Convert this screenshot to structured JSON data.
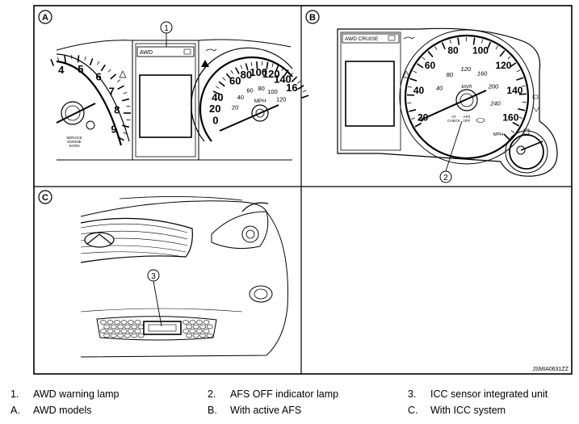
{
  "panels": {
    "a": {
      "letter": "A",
      "callout": "1",
      "lamp_text": "AWD",
      "tach_numbers": [
        "4",
        "5",
        "6",
        "7",
        "8",
        "9"
      ],
      "speed_outer": [
        "60",
        "80",
        "100",
        "120",
        "140",
        "16"
      ],
      "speed_inner": [
        "20",
        "40",
        "60",
        "80",
        "100",
        "120"
      ],
      "speed_left": [
        "40",
        "20",
        "0"
      ],
      "speed_unit": "MPH",
      "tach_sub": "SERVICE\nENGINE\nSOON"
    },
    "b": {
      "letter": "B",
      "callout": "2",
      "lamp_text": "AWD  CRUISE",
      "speed_outer": [
        "20",
        "40",
        "60",
        "80",
        "100",
        "120",
        "140",
        "160"
      ],
      "speed_inner": [
        "40",
        "80",
        "120",
        "160",
        "200",
        "240"
      ],
      "inner_unit": "km/h",
      "speed_unit": "MPH",
      "small_labels": [
        "AT\nCHECK",
        "AFS\nOFF"
      ]
    },
    "c": {
      "letter": "C",
      "callout": "3"
    }
  },
  "image_code": "JSMIA0631ZZ",
  "legend": {
    "items": [
      {
        "key": "1.",
        "text": "AWD warning lamp"
      },
      {
        "key": "2.",
        "text": "AFS OFF indicator lamp"
      },
      {
        "key": "3.",
        "text": "ICC sensor integrated unit"
      },
      {
        "key": "A.",
        "text": "AWD models"
      },
      {
        "key": "B.",
        "text": "With active AFS"
      },
      {
        "key": "C.",
        "text": "With ICC system"
      }
    ]
  }
}
